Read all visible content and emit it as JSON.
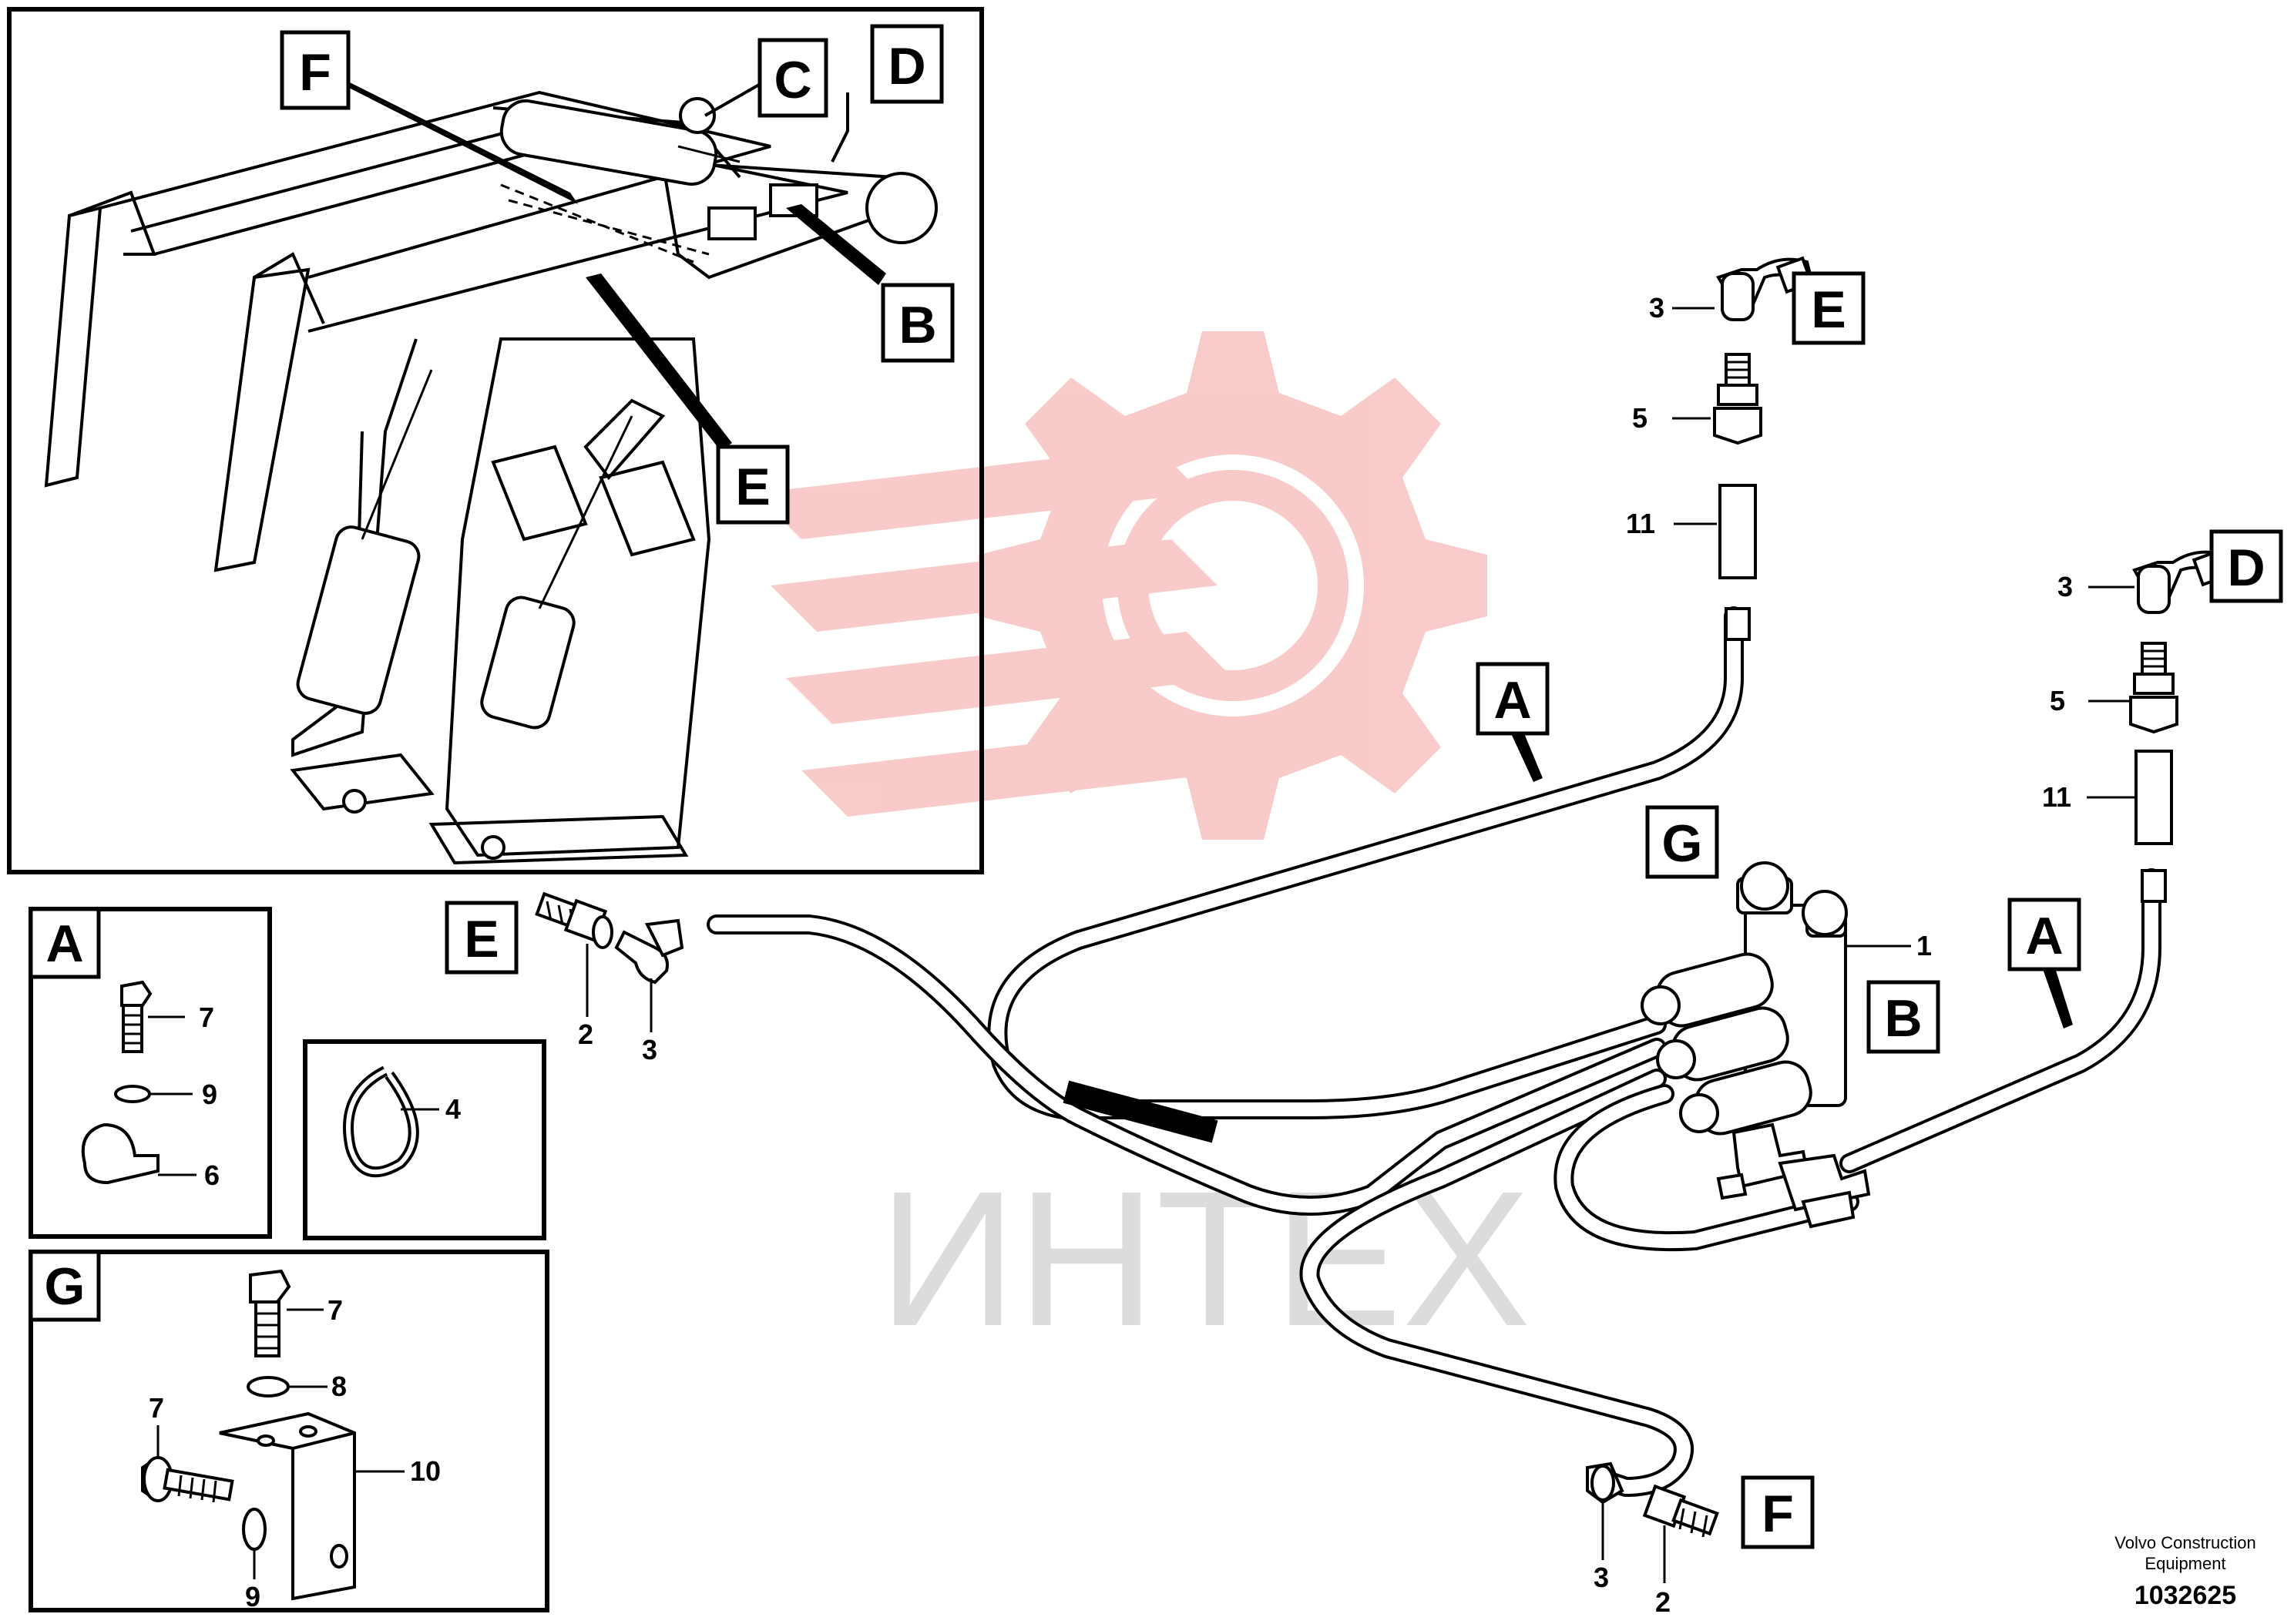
{
  "diagram": {
    "callouts": {
      "overview_F": "F",
      "overview_C": "C",
      "overview_D": "D",
      "overview_B": "B",
      "overview_E": "E",
      "hose_A_left": "A",
      "hose_A_right": "A",
      "valve_G": "G",
      "valve_B": "B",
      "fit_E_top": "E",
      "fit_D_right": "D",
      "fit_E_left": "E",
      "fit_F_bottom": "F"
    },
    "detail_boxes": {
      "A": {
        "title": "A",
        "parts": [
          "7",
          "9",
          "6"
        ]
      },
      "clamp": {
        "parts": [
          "4"
        ]
      },
      "G": {
        "title": "G",
        "parts": [
          "7",
          "8",
          "7",
          "10",
          "9"
        ]
      }
    },
    "part_numbers": {
      "e_top_3": "3",
      "e_top_5": "5",
      "e_top_11": "11",
      "d_right_3": "3",
      "d_right_5": "5",
      "d_right_11": "11",
      "e_left_2": "2",
      "e_left_3": "3",
      "valve_1": "1",
      "f_bottom_3": "3",
      "f_bottom_2": "2"
    },
    "watermark": "ИНТЕХ",
    "footer": {
      "company_line1": "Volvo Construction",
      "company_line2": "Equipment",
      "drawing_number": "1032625"
    }
  },
  "colors": {
    "watermark_red": "#f4b3b3",
    "watermark_gray": "#d6d6d6",
    "ink": "#000000"
  }
}
